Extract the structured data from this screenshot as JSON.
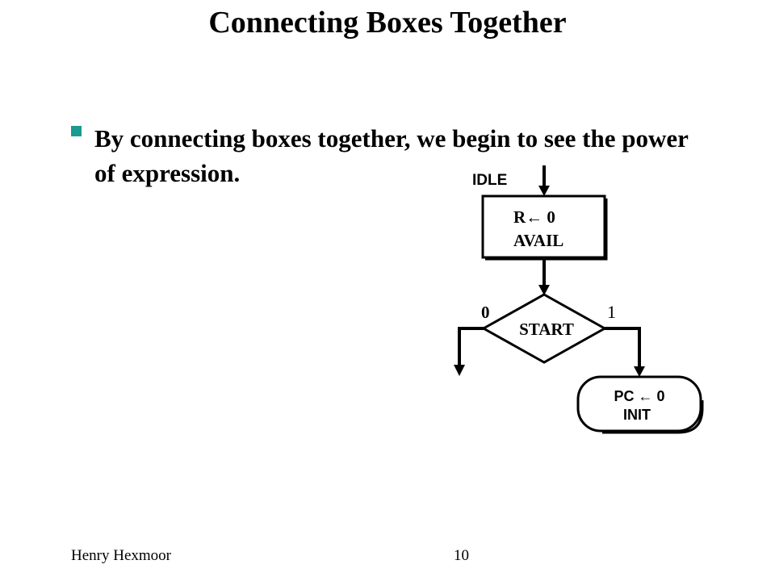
{
  "slide": {
    "title": "Connecting Boxes Together",
    "bullet": "By connecting boxes together, we begin to see the power of expression.",
    "footer_author": "Henry Hexmoor",
    "footer_page": "10"
  },
  "diagram": {
    "state_idle": {
      "name": "IDLE",
      "line1": "R← 0",
      "line2": "AVAIL"
    },
    "decision": {
      "label": "START",
      "branch_false": "0",
      "branch_true": "1"
    },
    "state_init": {
      "name": "INIT",
      "line1": "PC ← 0"
    }
  }
}
